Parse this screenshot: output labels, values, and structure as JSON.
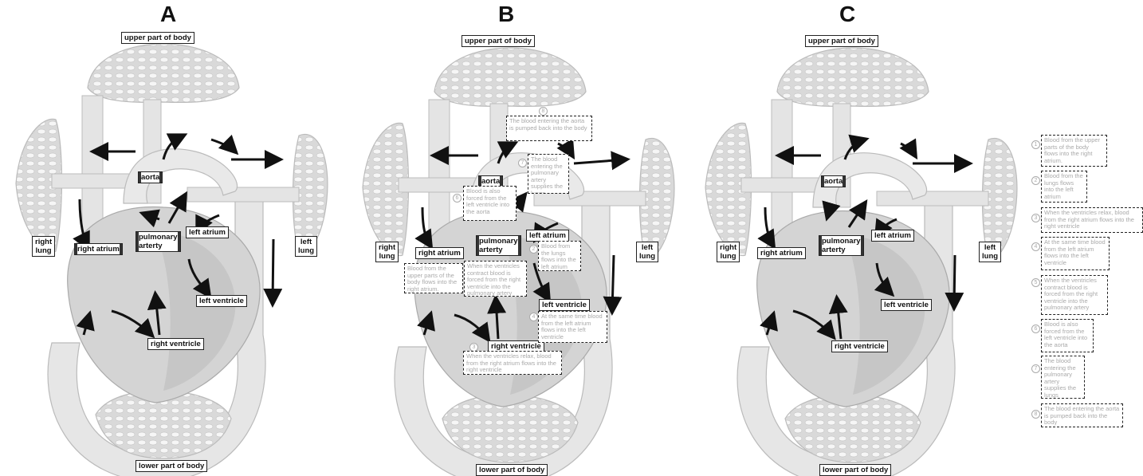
{
  "panels": [
    "A",
    "B",
    "C"
  ],
  "labels": {
    "upper": "upper part of body",
    "lower": "lower part of body",
    "right_lung": "right\nlung",
    "left_lung": "left\nlung",
    "aorta": "aorta",
    "pulmonary_artery": "pulmonary\narterty",
    "left_atrium": "left atrium",
    "right_atrium": "right atrium",
    "left_ventricle": "left ventricle",
    "right_ventricle": "right ventricle"
  },
  "steps": [
    "Blood from the upper parts of the body flows into the right atrium.",
    "Blood from the lungs flows into the left atrium",
    "When the ventricles relax, blood from the right atrium flows into the right ventricle",
    "At the same time blood from the left atrium flows into the left ventricle",
    "When the ventricles contract blood is forced from the right ventricle into the pulmonary artery",
    "Blood is also forced from the left ventricle into the aorta",
    "The blood entering the pulmonary artery supplies the lungs",
    "The blood entering the aorta is pumped back into the body"
  ],
  "step_numbers": [
    "1",
    "2",
    "3",
    "4",
    "5",
    "6",
    "7",
    "8"
  ]
}
